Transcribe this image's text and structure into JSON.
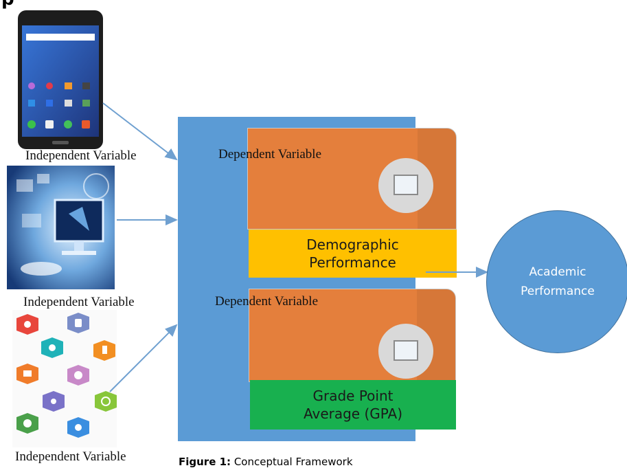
{
  "header": {
    "partial_char": "p"
  },
  "independent_labels": [
    "Independent Variable",
    "Independent Variable",
    "Independent Variable"
  ],
  "dependent_labels": [
    "Dependent Variable",
    "Dependent Variable"
  ],
  "boxes": {
    "top": {
      "line1": "Demographic",
      "line2": "Performance"
    },
    "bottom": {
      "line1": "Grade Point",
      "line2": "Average (GPA)"
    }
  },
  "outcome": {
    "line1": "Academic",
    "line2": "Performance"
  },
  "caption": {
    "prefix": "Figure 1:",
    "text": " Conceptual Framework"
  },
  "colors": {
    "blue": "#5b9bd5",
    "orange": "#e47f3c",
    "yellow": "#ffc000",
    "green": "#18b04f",
    "arrow": "#6fa0d0"
  },
  "icons": [
    "smartphone-image",
    "computer-technology-image",
    "app-hexagon-icons-image",
    "picture-placeholder-icon",
    "picture-placeholder-icon"
  ]
}
